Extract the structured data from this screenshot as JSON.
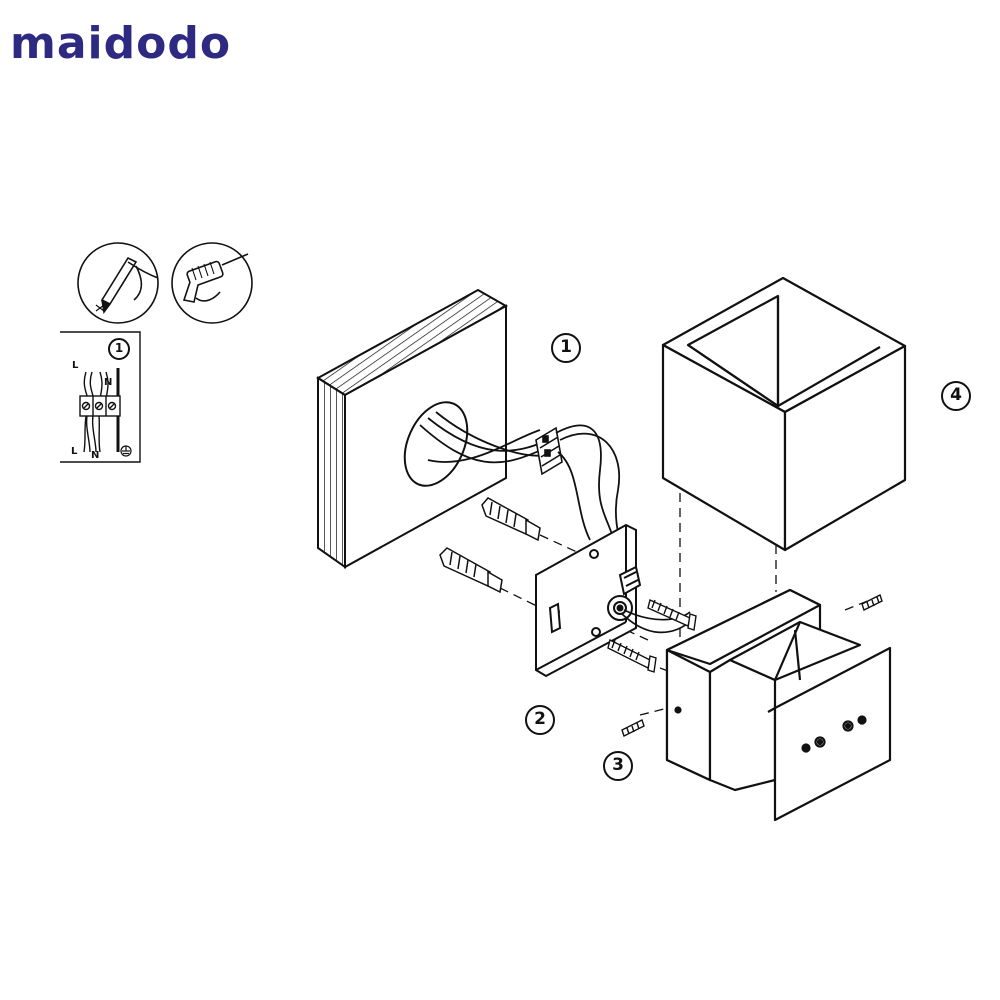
{
  "brand": {
    "name": "maidodo",
    "color": "#2e2a82"
  },
  "steps": {
    "step1": "1",
    "step2": "2",
    "step3": "3",
    "step4": "4",
    "inset_step": "1"
  },
  "wiring_inset": {
    "label_top_l": "L",
    "label_top_n": "N",
    "label_bottom_l": "L",
    "label_bottom_n": "N"
  },
  "icons": [
    "pencil-marking-icon",
    "drill-icon",
    "ground-symbol-icon"
  ]
}
